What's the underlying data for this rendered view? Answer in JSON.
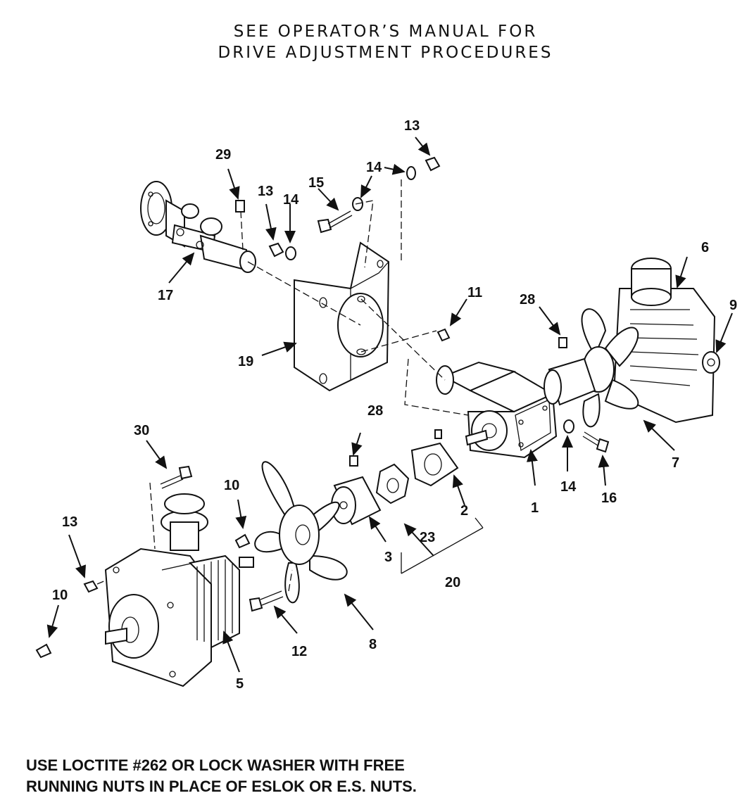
{
  "header": {
    "line1": "SEE OPERATOR’S MANUAL FOR",
    "line2": "DRIVE ADJUSTMENT PROCEDURES"
  },
  "footer": {
    "line1": "USE LOCTITE #262 OR LOCK WASHER WITH FREE",
    "line2": "RUNNING NUTS IN PLACE OF ESLOK OR E.S. NUTS."
  },
  "callouts": {
    "c1": "1",
    "c2": "2",
    "c3": "3",
    "c5": "5",
    "c6": "6",
    "c7": "7",
    "c8": "8",
    "c9": "9",
    "c10a": "10",
    "c10b": "10",
    "c11": "11",
    "c12": "12",
    "c13a": "13",
    "c13b": "13",
    "c13c": "13",
    "c14a": "14",
    "c14b": "14",
    "c14c": "14",
    "c15": "15",
    "c16": "16",
    "c17": "17",
    "c19": "19",
    "c20": "20",
    "c23": "23",
    "c28a": "28",
    "c28b": "28",
    "c29": "29",
    "c30": "30"
  }
}
